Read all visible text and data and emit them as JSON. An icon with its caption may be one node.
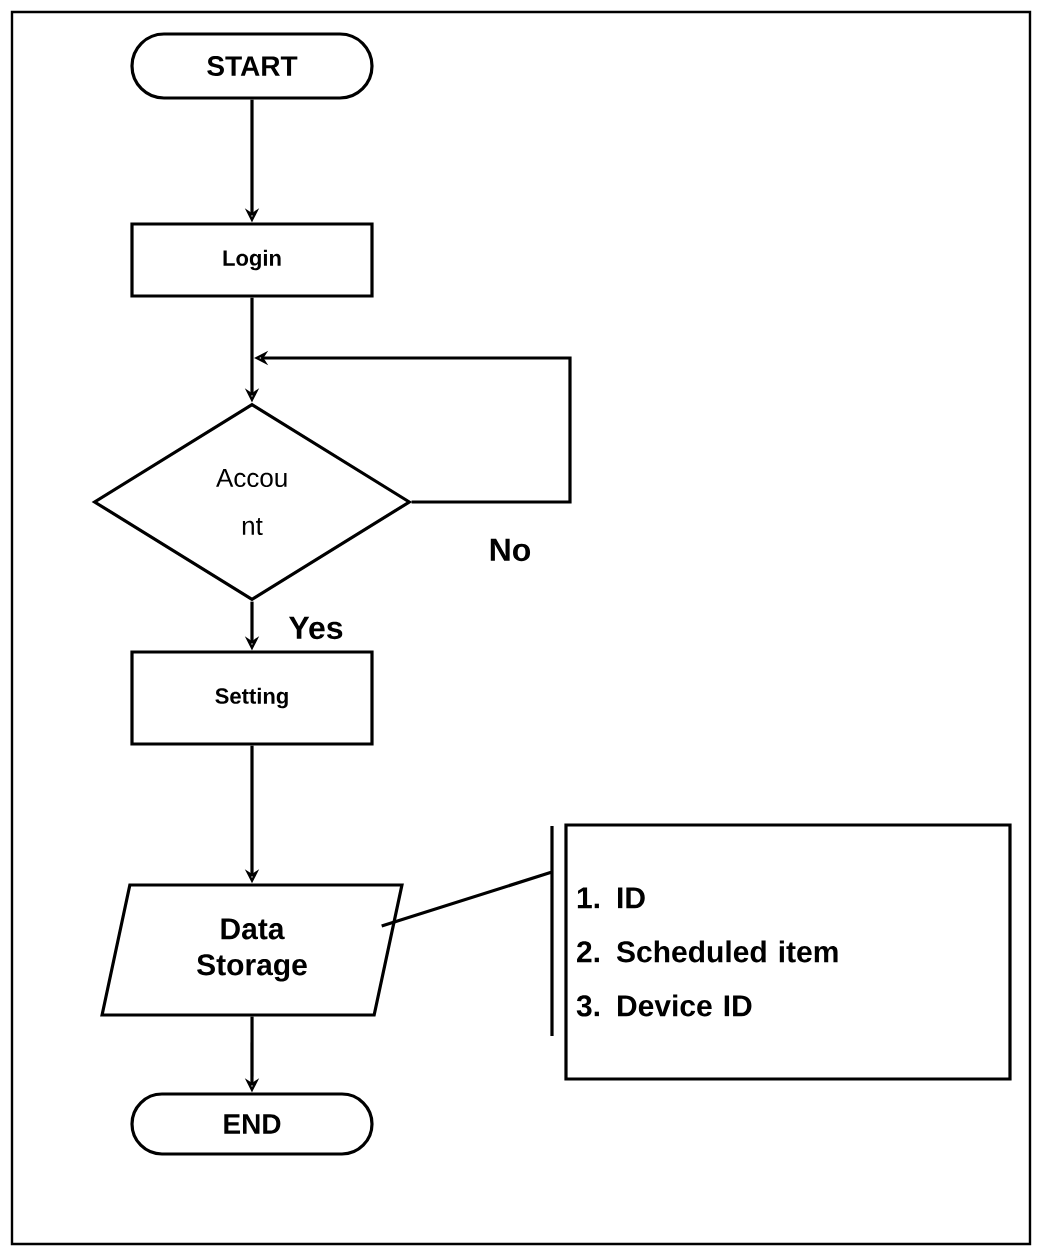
{
  "diagram": {
    "nodes": [
      {
        "text": [
          "START"
        ]
      },
      {
        "text": [
          "Login"
        ]
      },
      {
        "text": [
          "Accou nt"
        ]
      },
      {
        "text": [
          "Setting"
        ]
      },
      {
        "text": [
          "Data Storage"
        ]
      },
      {
        "text": [
          "1. ID",
          "2. Scheduled item",
          "3. Device ID"
        ]
      },
      {
        "text": [
          "END"
        ]
      }
    ],
    "edges": [
      {
        "from": 0,
        "to": 1,
        "arrow": "to"
      },
      {
        "from": 1,
        "to": 2,
        "arrow": "to"
      },
      {
        "from": 2,
        "to": 2,
        "arrow": "to",
        "label": "No"
      },
      {
        "from": 2,
        "to": 3,
        "arrow": "to",
        "label": "Yes"
      },
      {
        "from": 3,
        "to": 4,
        "arrow": "to"
      },
      {
        "from": 4,
        "to": 6,
        "arrow": "to"
      },
      {
        "from": 4,
        "to": 5,
        "arrow": "none"
      }
    ]
  }
}
